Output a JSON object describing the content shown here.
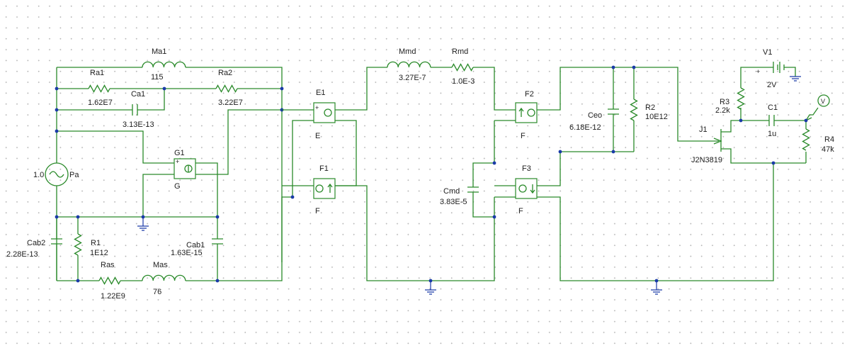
{
  "labels": {
    "Ma1": "Ma1",
    "Ma1_val": "115",
    "Ra1": "Ra1",
    "Ra1_val": "1.62E7",
    "Ca1": "Ca1",
    "Ca1_val": "3.13E-13",
    "Ra2": "Ra2",
    "Ra2_val": "3.22E7",
    "Pa_amp": "1.0",
    "Pa": "Pa",
    "G1": "G1",
    "G": "G",
    "E1": "E1",
    "E": "E",
    "F1": "F1",
    "F1_sub": "F",
    "Cab2": "Cab2",
    "Cab2_val": "2.28E-13",
    "R1": "R1",
    "R1_val": "1E12",
    "Cab1": "Cab1",
    "Cab1_val": "1.63E-15",
    "Ras": "Ras",
    "Ras_val": "1.22E9",
    "Mas": "Mas",
    "Mas_val": "76",
    "Mmd": "Mmd",
    "Mmd_val": "3.27E-7",
    "Rmd": "Rmd",
    "Rmd_val": "1.0E-3",
    "Cmd": "Cmd",
    "Cmd_val": "3.83E-5",
    "F2": "F2",
    "F2_sub": "F",
    "F3": "F3",
    "F3_sub": "F",
    "Ceo": "Ceo",
    "Ceo_val": "6.18E-12",
    "R2": "R2",
    "R2_val": "10E12",
    "J1": "J1",
    "J1_part": "J2N3819",
    "V1": "V1",
    "V1_val": "2V",
    "R3": "R3",
    "R3_val": "2.2k",
    "C1": "C1",
    "C1_val": "1u",
    "R4": "R4",
    "R4_val": "47k",
    "meter": "V",
    "plus": "+"
  },
  "colors": {
    "wire": "#2a8a2a",
    "junction": "#1a3aa8",
    "ground": "#1a3aa8",
    "text": "#1e1e1e",
    "grid": "#b8b8b8"
  },
  "icons": {
    "source": "ac-source-icon",
    "ground": "ground-icon",
    "inductor": "inductor-icon",
    "resistor": "resistor-icon",
    "capacitor": "capacitor-icon",
    "battery": "battery-icon",
    "jfet": "jfet-icon",
    "voltmeter": "voltmeter-icon",
    "controlled_source": "controlled-source-icon"
  }
}
